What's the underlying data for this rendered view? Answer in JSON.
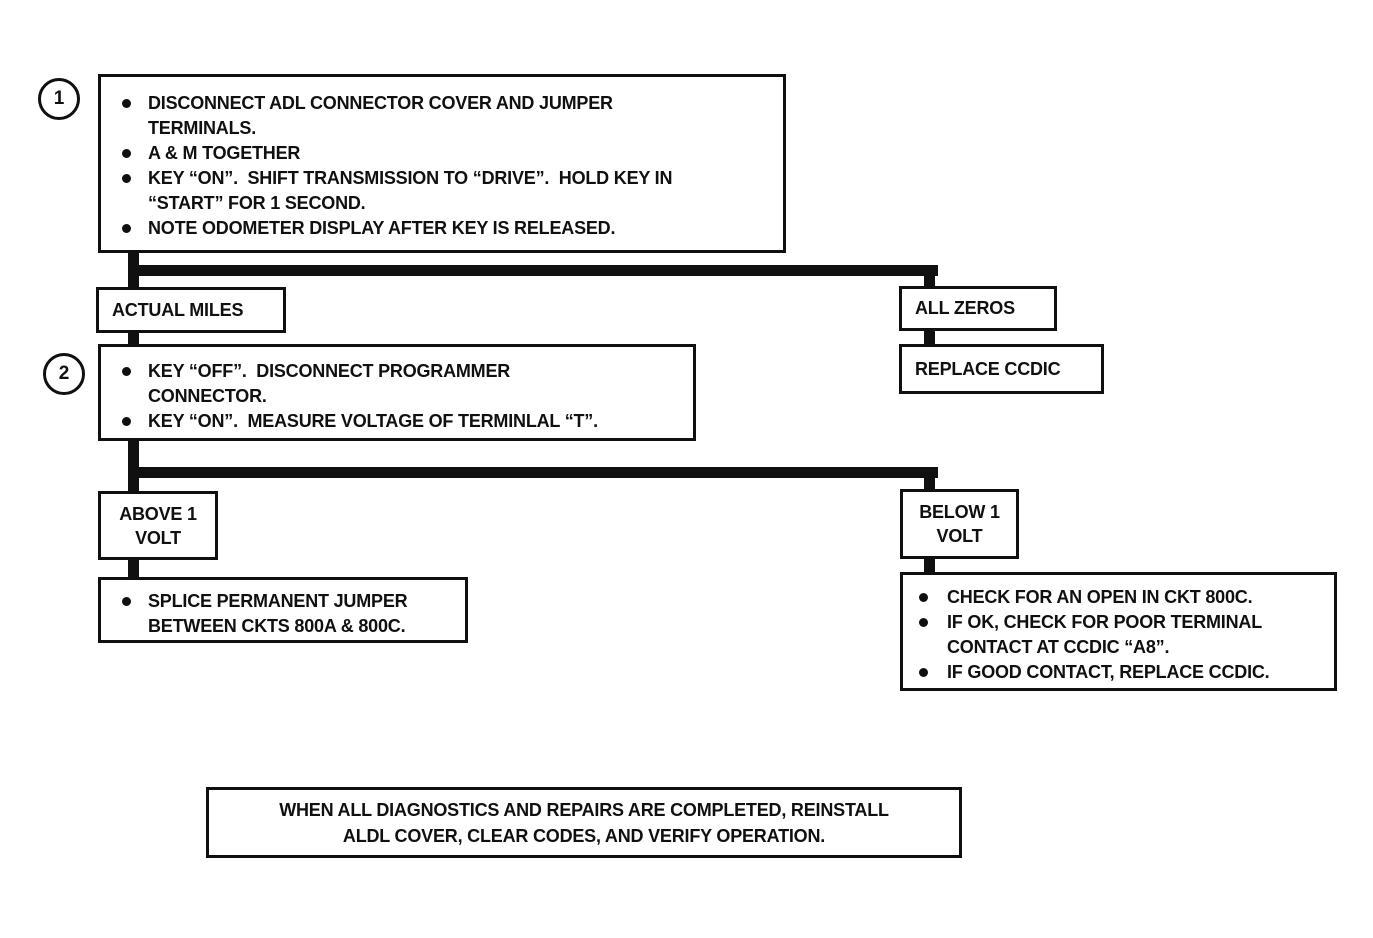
{
  "step1": {
    "number": "1",
    "bullets": [
      "DISCONNECT ADL CONNECTOR COVER AND JUMPER\nTERMINALS.",
      "A & M TOGETHER",
      "KEY “ON”.  SHIFT TRANSMISSION TO “DRIVE”.  HOLD KEY IN\n“START” FOR 1 SECOND.",
      "NOTE ODOMETER DISPLAY AFTER KEY IS RELEASED."
    ]
  },
  "branch1": {
    "left_label": "ACTUAL MILES",
    "right_label": "ALL ZEROS",
    "right_action": "REPLACE CCDIC"
  },
  "step2": {
    "number": "2",
    "bullets": [
      "KEY “OFF”.  DISCONNECT PROGRAMMER\nCONNECTOR.",
      "KEY “ON”.  MEASURE VOLTAGE OF TERMINLAL “T”."
    ]
  },
  "branch2": {
    "left_label": "ABOVE 1\nVOLT",
    "right_label": "BELOW 1\nVOLT"
  },
  "above_action": {
    "bullets": [
      "SPLICE PERMANENT JUMPER\nBETWEEN CKTS 800A & 800C."
    ]
  },
  "below_action": {
    "bullets": [
      "CHECK FOR AN OPEN IN CKT 800C.",
      "IF OK, CHECK FOR POOR TERMINAL\nCONTACT AT CCDIC “A8”.",
      "IF GOOD CONTACT, REPLACE CCDIC."
    ]
  },
  "footer": {
    "note": "WHEN ALL DIAGNOSTICS AND REPAIRS ARE COMPLETED, REINSTALL\nALDL COVER, CLEAR CODES, AND VERIFY OPERATION."
  },
  "colors": {
    "ink": "#101010",
    "background": "#ffffff"
  }
}
